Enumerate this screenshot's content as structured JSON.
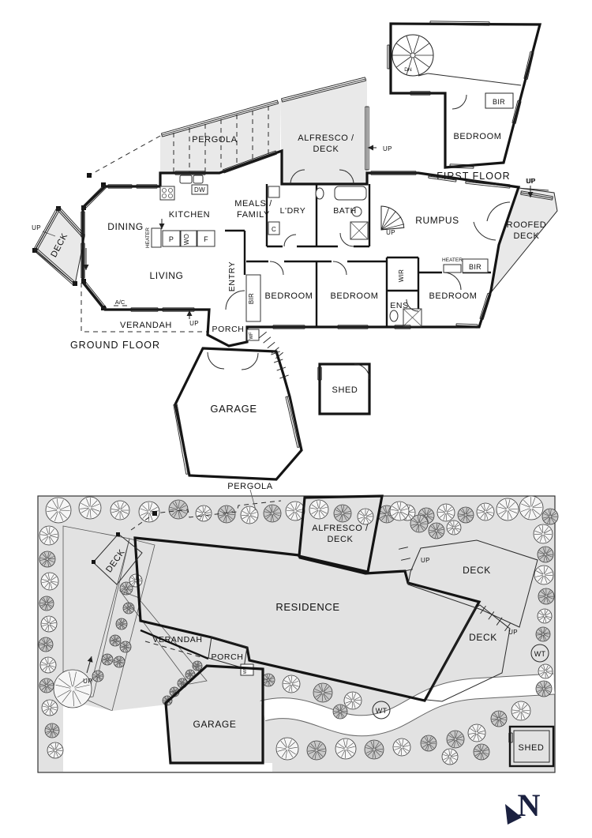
{
  "first_floor": {
    "title": "FIRST FLOOR",
    "bedroom": "BEDROOM",
    "bir": "BIR",
    "dn": "DN",
    "up": "UP"
  },
  "ground_floor": {
    "title": "GROUND FLOOR",
    "pergola": "PERGOLA",
    "alfresco_line1": "ALFRESCO /",
    "alfresco_line2": "DECK",
    "alfresco_up": "UP",
    "kitchen": "KITCHEN",
    "dw": "DW",
    "meals_line1": "MEALS /",
    "meals_line2": "FAMILY",
    "laundry": "L'DRY",
    "laundry_c": "C",
    "bath": "BATH",
    "rumpus": "RUMPUS",
    "rumpus_up": "UP",
    "deck": "DECK",
    "deck_up": "UP",
    "dining": "DINING",
    "heater_left": "HEATER",
    "pantry": "P",
    "wall_oven": "WO",
    "fridge": "F",
    "living": "LIVING",
    "entry": "ENTRY",
    "ac": "A/C",
    "bir_hall": "BIR",
    "bedroom1": "BEDROOM",
    "bedroom2": "BEDROOM",
    "bedroom3": "BEDROOM",
    "wir": "WIR",
    "ens": "ENS",
    "heater_right": "HEATER",
    "bir_right": "BIR",
    "roofed_line1": "ROOFED",
    "roofed_line2": "DECK",
    "roofed_up": "UP",
    "verandah": "VERANDAH",
    "verandah_up": "UP",
    "porch": "PORCH",
    "wf": "WF",
    "garage": "GARAGE",
    "shed": "SHED"
  },
  "site_plan": {
    "pergola": "PERGOLA",
    "alfresco_line1": "ALFRESCO /",
    "alfresco_line2": "DECK",
    "deck_upper": "DECK",
    "deck_upper_up": "UP",
    "deck_lower": "DECK",
    "deck_lower_up": "UP",
    "residence": "RESIDENCE",
    "deck_left": "DECK",
    "verandah": "VERANDAH",
    "porch": "PORCH",
    "drive_up": "UP",
    "wf": "WF",
    "garage": "GARAGE",
    "shed": "SHED",
    "wt_right": "WT",
    "wt_mid": "WT"
  },
  "compass": {
    "n": "N"
  }
}
